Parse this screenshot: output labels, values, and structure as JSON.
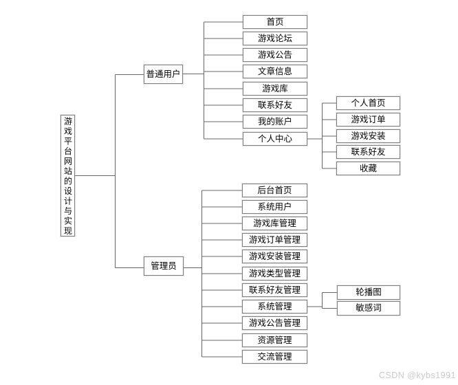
{
  "diagram": {
    "root": {
      "label": "游戏平台网站的设计与实现"
    },
    "branches": [
      {
        "label": "普通用户",
        "children": [
          {
            "label": "首页"
          },
          {
            "label": "游戏论坛"
          },
          {
            "label": "游戏公告"
          },
          {
            "label": "文章信息"
          },
          {
            "label": "游戏库"
          },
          {
            "label": "联系好友"
          },
          {
            "label": "我的账户"
          },
          {
            "label": "个人中心",
            "children": [
              {
                "label": "个人首页"
              },
              {
                "label": "游戏订单"
              },
              {
                "label": "游戏安装"
              },
              {
                "label": "联系好友"
              },
              {
                "label": "收藏"
              }
            ]
          }
        ]
      },
      {
        "label": "管理员",
        "children": [
          {
            "label": "后台首页"
          },
          {
            "label": "系统用户"
          },
          {
            "label": "游戏库管理"
          },
          {
            "label": "游戏订单管理"
          },
          {
            "label": "游戏安装管理"
          },
          {
            "label": "游戏类型管理"
          },
          {
            "label": "联系好友管理"
          },
          {
            "label": "系统管理",
            "children": [
              {
                "label": "轮播图"
              },
              {
                "label": "敏感词"
              }
            ]
          },
          {
            "label": "游戏公告管理"
          },
          {
            "label": "资源管理"
          },
          {
            "label": "交流管理"
          }
        ]
      }
    ]
  },
  "colors": {
    "background": "#ffffff",
    "box_border": "#7f7f7f",
    "connector": "#666666",
    "text": "#000000",
    "watermark": "#c8c8ce"
  },
  "watermark": {
    "label": "CSDN @kybs1991"
  }
}
